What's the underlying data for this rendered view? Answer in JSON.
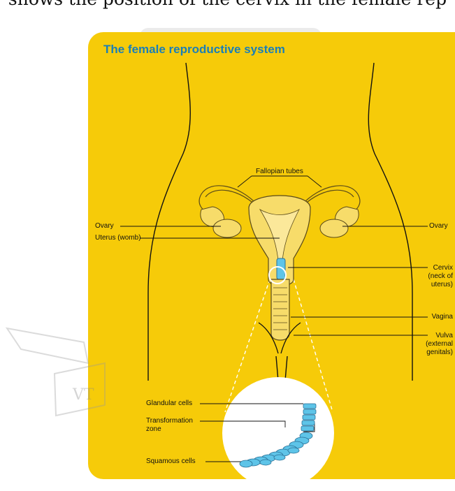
{
  "caption": "shows the position of the cervix in the female rep",
  "watermark_text": "VT",
  "diagram": {
    "title": "The female reproductive system",
    "labels": {
      "fallopian_tubes": "Fallopian tubes",
      "ovary_left": "Ovary",
      "ovary_right": "Ovary",
      "uterus": "Uterus (womb)",
      "cervix": [
        "Cervix",
        "(neck of",
        "uterus)"
      ],
      "vagina": "Vagina",
      "vulva": [
        "Vulva",
        "(external",
        "genitals)"
      ],
      "glandular_cells": "Glandular cells",
      "transformation_zone": [
        "Transformation",
        "zone"
      ],
      "squamous_cells": "Squamous cells"
    },
    "colors": {
      "panel": "#f6cb09",
      "title": "#1a7fb8",
      "organ_fill": "#f7dc6a",
      "organ_stroke": "#5a4a1a",
      "cells": "#5ec4e8",
      "cells_stroke": "#2a6f95",
      "circle": "#ffffff"
    }
  }
}
